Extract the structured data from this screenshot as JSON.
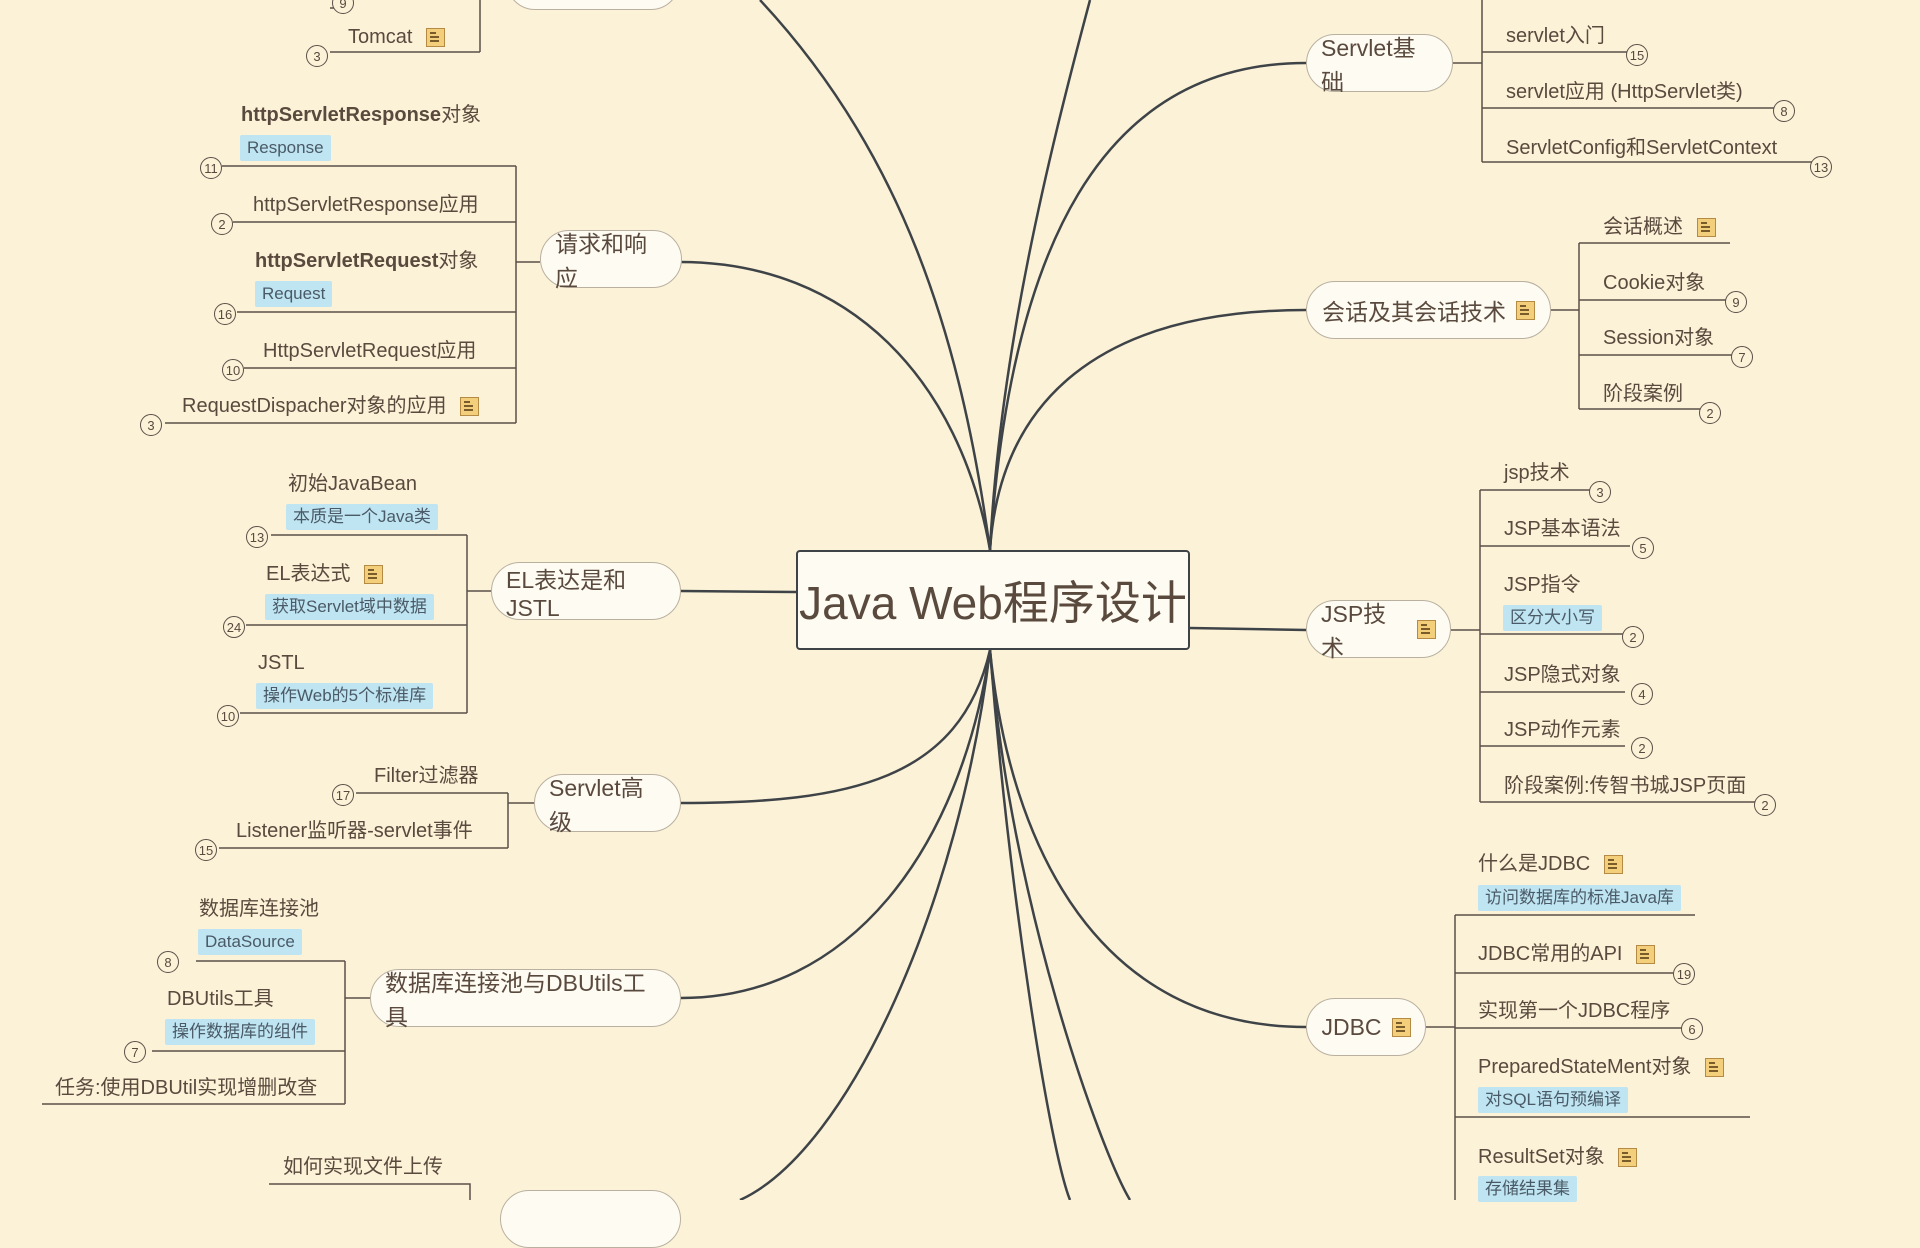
{
  "central": "Java Web程序设计",
  "colors": {
    "background": "#fcf2d8",
    "line": "#3e4347",
    "label_bg": "#bfe4f2",
    "note": "#f3cf7c"
  },
  "left": {
    "top_partial": {
      "tomcat": "Tomcat",
      "tomcat_count": "3",
      "hidden_count": "9"
    },
    "request_response": {
      "title": "请求和响应",
      "items": [
        {
          "bold": "httpServletResponse",
          "rest": "对象",
          "label": "Response",
          "count": "11"
        },
        {
          "text": "httpServletResponse应用",
          "count": "2"
        },
        {
          "bold": "httpServletRequest",
          "rest": "对象",
          "label": "Request",
          "count": "16"
        },
        {
          "text": "HttpServletRequest应用",
          "count": "10"
        },
        {
          "text": "RequestDispacher对象的应用",
          "count": "3"
        }
      ]
    },
    "el_jstl": {
      "title": "EL表达是和JSTL",
      "items": [
        {
          "text": "初始JavaBean",
          "label": "本质是一个Java类",
          "count": "13"
        },
        {
          "text": "EL表达式",
          "label": "获取Servlet域中数据",
          "count": "24"
        },
        {
          "text": "JSTL",
          "label": "操作Web的5个标准库",
          "count": "10"
        }
      ]
    },
    "servlet_adv": {
      "title": "Servlet高级",
      "items": [
        {
          "text": "Filter过滤器",
          "count": "17"
        },
        {
          "text": "Listener监听器-servlet事件",
          "count": "15"
        }
      ]
    },
    "dbpool": {
      "title": "数据库连接池与DBUtils工具",
      "items": [
        {
          "text": "数据库连接池",
          "label": "DataSource",
          "count": "8"
        },
        {
          "text": "DBUtils工具",
          "label": "操作数据库的组件",
          "count": "7"
        },
        {
          "text": "任务:使用DBUtil实现增删改查"
        }
      ]
    },
    "upload_partial": {
      "text": "如何实现文件上传"
    }
  },
  "right": {
    "servlet_basic": {
      "title": "Servlet基础",
      "items": [
        {
          "text": "servlet入门",
          "count": "15"
        },
        {
          "text": "servlet应用 (HttpServlet类)",
          "count": "8"
        },
        {
          "text": "ServletConfig和ServletContext",
          "count": "13"
        }
      ]
    },
    "session": {
      "title": "会话及其会话技术",
      "items": [
        {
          "text": "会话概述"
        },
        {
          "text": "Cookie对象",
          "count": "9"
        },
        {
          "text": "Session对象",
          "count": "7"
        },
        {
          "text": "阶段案例",
          "count": "2"
        }
      ]
    },
    "jsp": {
      "title": "JSP技术",
      "items": [
        {
          "text": "jsp技术",
          "count": "3"
        },
        {
          "text": "JSP基本语法",
          "count": "5"
        },
        {
          "text": "JSP指令",
          "label": "区分大小写",
          "count": "2"
        },
        {
          "text": "JSP隐式对象",
          "count": "4"
        },
        {
          "text": "JSP动作元素",
          "count": "2"
        },
        {
          "text": "阶段案例:传智书城JSP页面",
          "count": "2"
        }
      ]
    },
    "jdbc": {
      "title": "JDBC",
      "items": [
        {
          "text": "什么是JDBC",
          "label": "访问数据库的标准Java库"
        },
        {
          "text": "JDBC常用的API",
          "count": "19"
        },
        {
          "text": "实现第一个JDBC程序",
          "count": "6"
        },
        {
          "text": "PreparedStateMent对象",
          "label": "对SQL语句预编译"
        },
        {
          "text": "ResultSet对象",
          "label": "存储结果集"
        }
      ]
    }
  }
}
